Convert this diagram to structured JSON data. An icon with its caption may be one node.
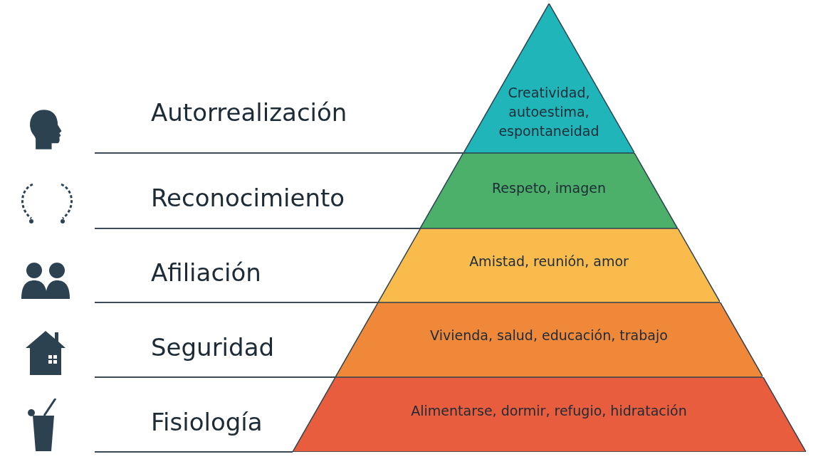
{
  "diagram": {
    "nodes": [
      {
        "text": [
          "Creatividad, autoestima, espontaneidad"
        ]
      },
      {
        "text": [
          "Respeto, imagen"
        ]
      },
      {
        "text": [
          "Amistad, reunión, amor"
        ]
      },
      {
        "text": [
          "Vivienda, salud, educación, trabajo"
        ]
      },
      {
        "text": [
          "Alimentarse, dormir, refugio, hidratación"
        ]
      }
    ],
    "edges": [],
    "labels": [
      "Autorrealización",
      "Reconocimiento",
      "Afiliación",
      "Seguridad",
      "Fisiología"
    ]
  }
}
